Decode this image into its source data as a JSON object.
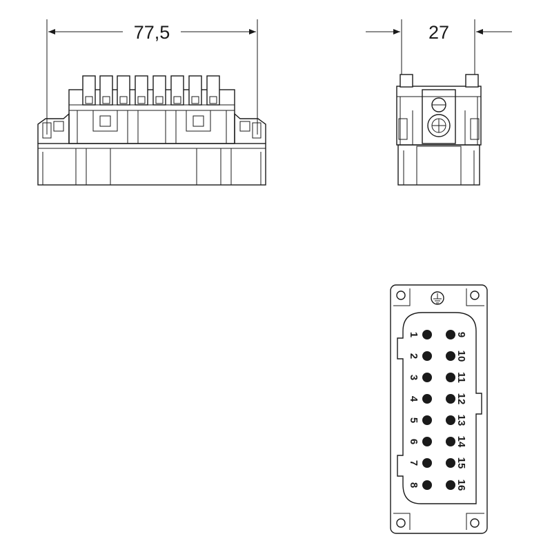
{
  "dimensions": {
    "width_label": "77,5",
    "depth_label": "27"
  },
  "face_view": {
    "ground_symbol": "ground-icon",
    "left_pins": [
      "1",
      "2",
      "3",
      "4",
      "5",
      "6",
      "7",
      "8"
    ],
    "right_pins": [
      "9",
      "10",
      "11",
      "12",
      "13",
      "14",
      "15",
      "16"
    ]
  },
  "colors": {
    "line": "#1a1a1a",
    "background": "#ffffff"
  }
}
